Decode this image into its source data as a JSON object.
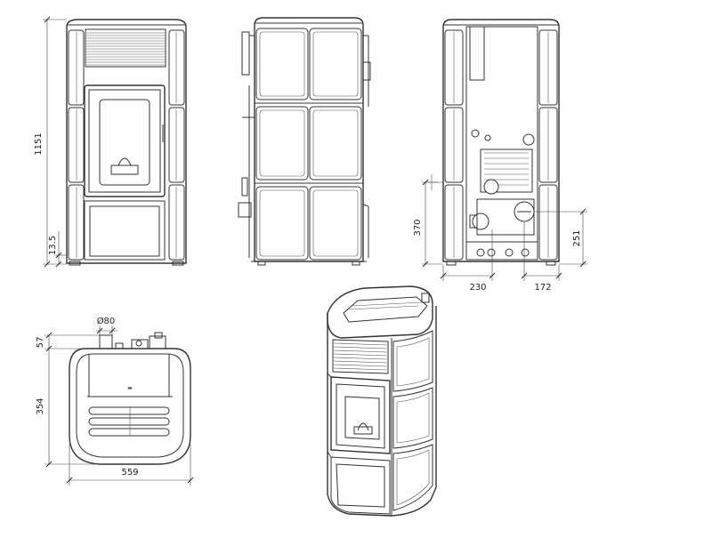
{
  "dimensions": {
    "total_height": "1151",
    "plinth_height": "13.5",
    "outlet_height": "370",
    "inlet_height": "251",
    "outlet_offset_x": "230",
    "inlet_offset_x": "172",
    "flue_diameter": "Ø80",
    "rear_projection": "57",
    "depth": "354",
    "width": "559"
  },
  "views": [
    "front-view",
    "side-view",
    "rear-view",
    "top-view",
    "perspective-view"
  ]
}
